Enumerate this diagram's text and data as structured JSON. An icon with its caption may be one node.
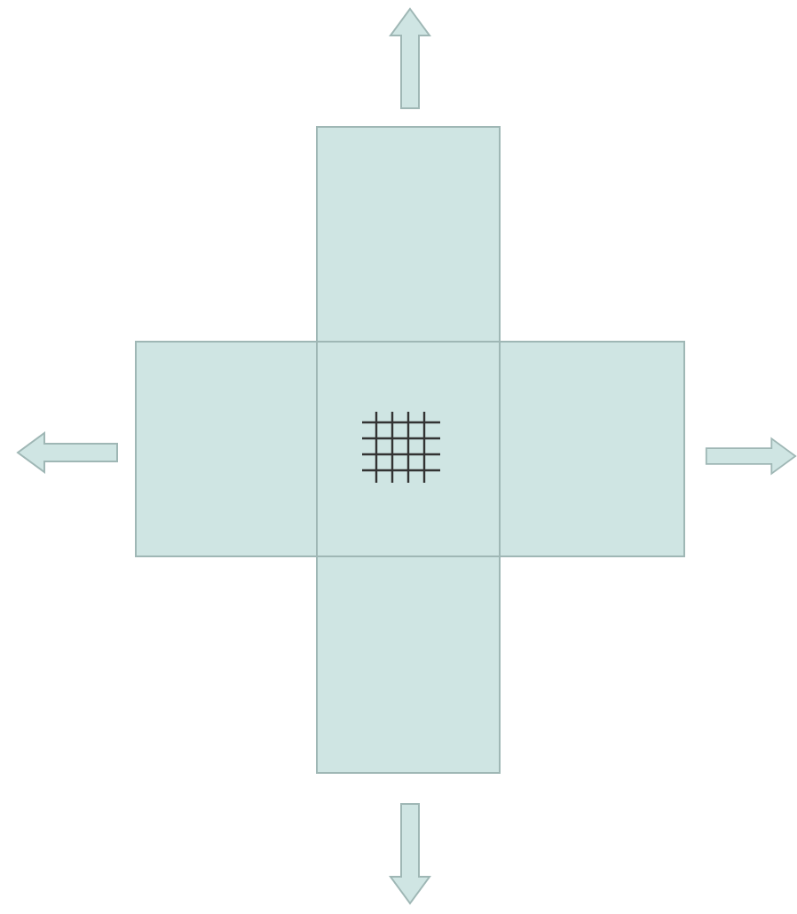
{
  "diagram": {
    "nodes": [
      {
        "text": [],
        "shape": "box"
      },
      {
        "text": [],
        "shape": "box"
      },
      {
        "text": [],
        "shape": "box"
      },
      {
        "text": [],
        "shape": "box"
      },
      {
        "text": [],
        "shape": "box"
      }
    ]
  }
}
